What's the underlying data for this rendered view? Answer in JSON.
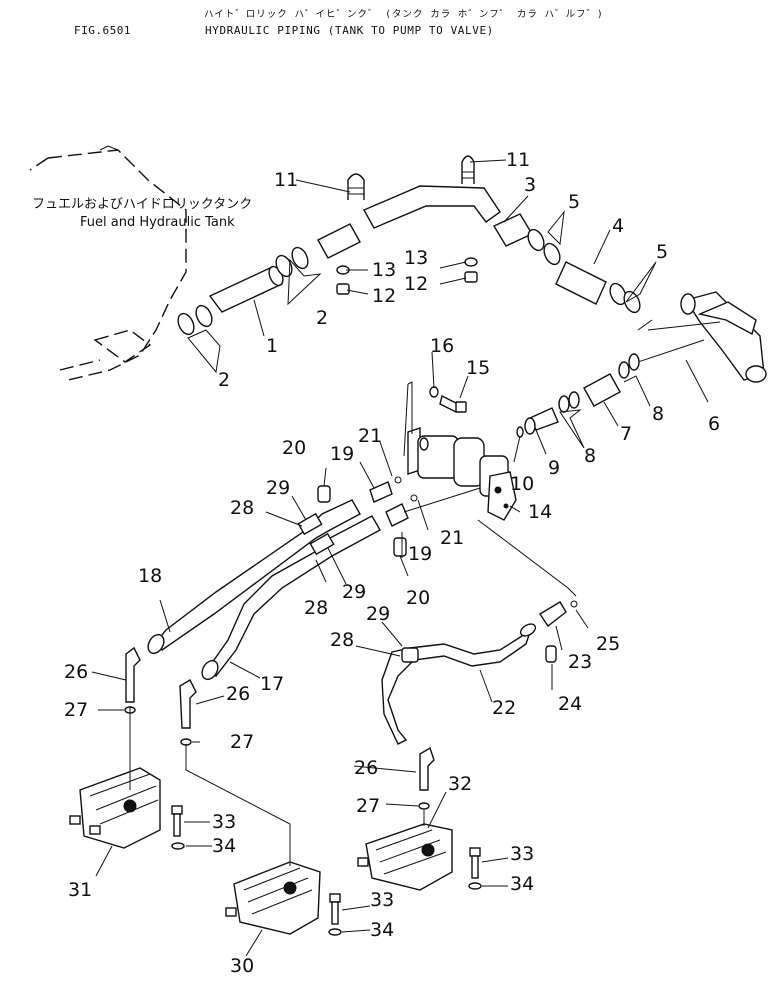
{
  "header": {
    "figure_number": "FIG.6501",
    "title_jp": "ハイト゛ロリック ハ゜イヒ゜ンク゛ (タンク カラ ホ゜ンフ゜ カラ ハ゛ルフ゛)",
    "title_en": "HYDRAULIC PIPING (TANK TO PUMP TO VALVE)"
  },
  "tank_label": {
    "jp": "フュエルおよびハイドロリックタンク",
    "en": "Fuel and Hydraulic Tank"
  },
  "callouts": {
    "c1": "1",
    "c2a": "2",
    "c2b": "2",
    "c3": "3",
    "c4": "4",
    "c5a": "5",
    "c5b": "5",
    "c6": "6",
    "c7": "7",
    "c8a": "8",
    "c8b": "8",
    "c9": "9",
    "c10": "10",
    "c11a": "11",
    "c11b": "11",
    "c12a": "12",
    "c12b": "12",
    "c13a": "13",
    "c13b": "13",
    "c14": "14",
    "c15": "15",
    "c16": "16",
    "c17": "17",
    "c18": "18",
    "c19a": "19",
    "c19b": "19",
    "c20a": "20",
    "c20b": "20",
    "c21a": "21",
    "c21b": "21",
    "c22": "22",
    "c23": "23",
    "c24": "24",
    "c25": "25",
    "c26a": "26",
    "c26b": "26",
    "c26c": "26",
    "c27a": "27",
    "c27b": "27",
    "c27c": "27",
    "c28a": "28",
    "c28b": "28",
    "c28c": "28",
    "c29a": "29",
    "c29b": "29",
    "c29c": "29",
    "c30": "30",
    "c31": "31",
    "c32": "32",
    "c33a": "33",
    "c33b": "33",
    "c33c": "33",
    "c34a": "34",
    "c34b": "34",
    "c34c": "34"
  }
}
